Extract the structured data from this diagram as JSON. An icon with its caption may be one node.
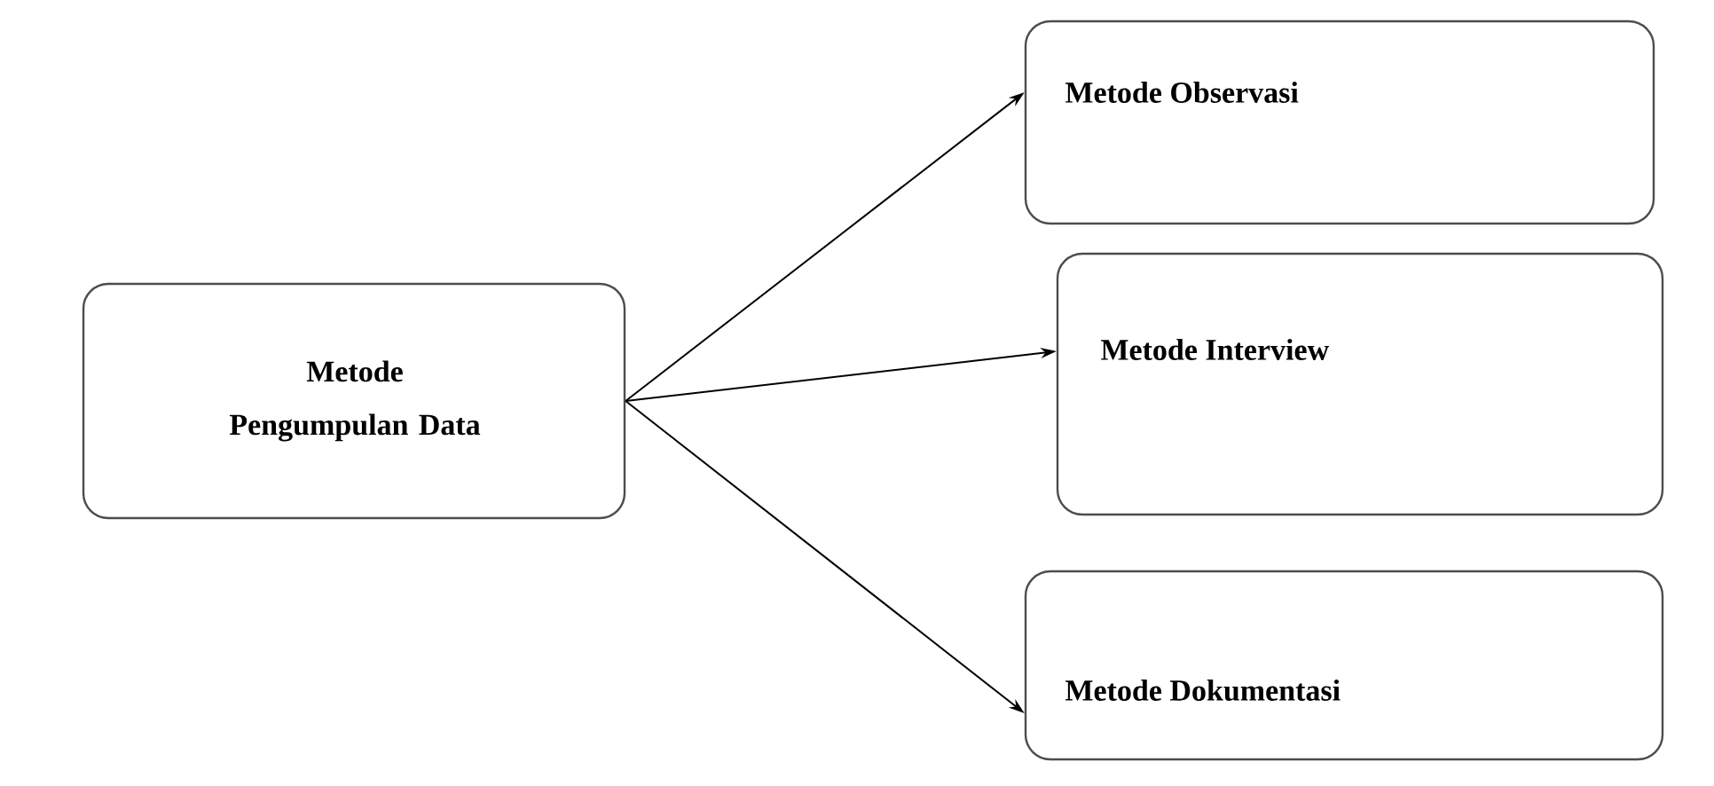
{
  "diagram": {
    "nodes": [
      {
        "text": [
          "Metode Pengumpulan Data"
        ]
      },
      {
        "text": [
          "Metode Observasi"
        ]
      },
      {
        "text": [
          "Metode Interview"
        ]
      },
      {
        "text": [
          "Metode Dokumentasi"
        ]
      }
    ],
    "edges": [
      {
        "from": 0,
        "to": 1,
        "arrow": "to"
      },
      {
        "from": 0,
        "to": 2,
        "arrow": "to"
      },
      {
        "from": 0,
        "to": 3,
        "arrow": "to"
      }
    ]
  }
}
